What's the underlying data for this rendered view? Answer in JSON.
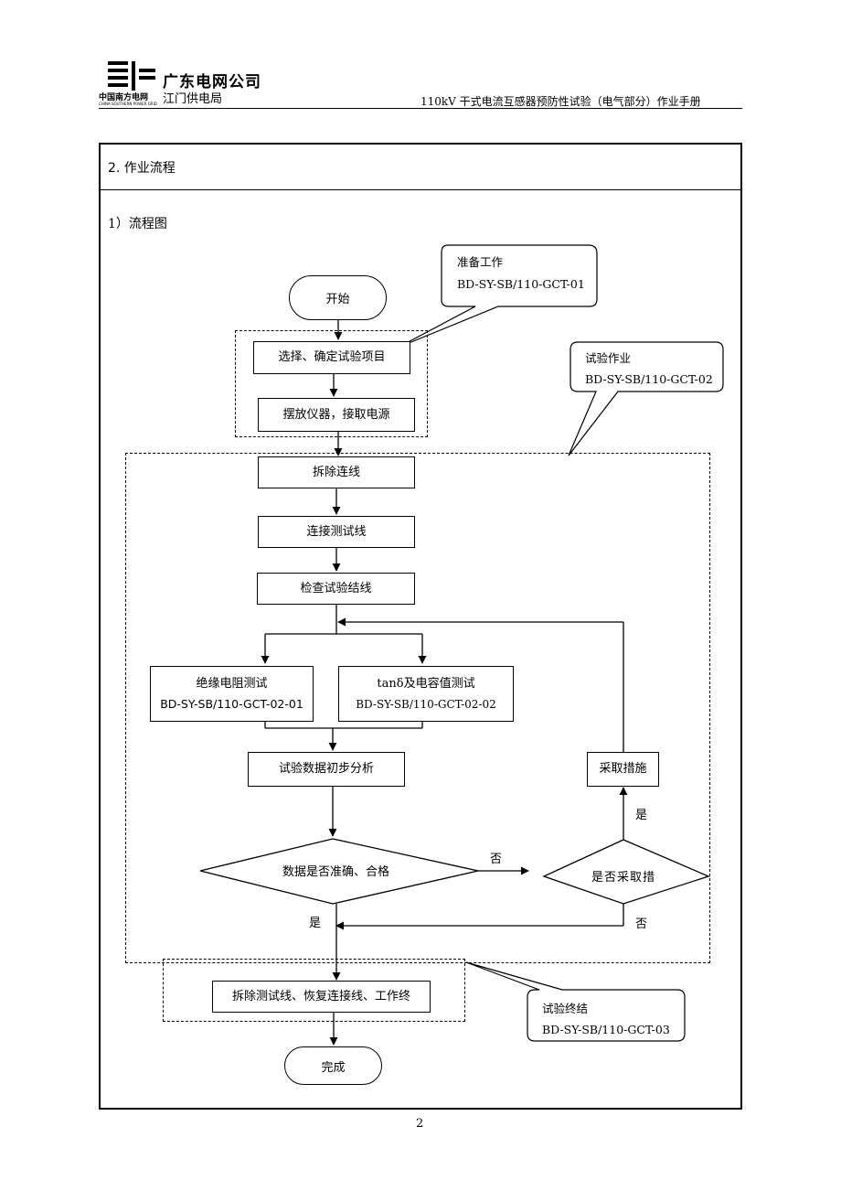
{
  "header": {
    "company_cn": "广东电网公司",
    "company_sub": "江门供电局",
    "logo_text_cn": "中国南方电网",
    "logo_text_en": "CHINA SOUTHERN POWER GRID",
    "document_title": "110kV 干式电流互感器预防性试验（电气部分）作业手册"
  },
  "section": {
    "title": "2.  作业流程",
    "subtitle": "1）流程图"
  },
  "flow": {
    "start": "开始",
    "select_items": "选择、确定试验项目",
    "place_instruments": "摆放仪器，接取电源",
    "remove_wiring": "拆除连线",
    "connect_test_lines": "连接测试线",
    "check_wiring": "检查试验结线",
    "insulation_test": "绝缘电阻测试",
    "insulation_code": "BD-SY-SB/110-GCT-02-01",
    "tan_test": "tanδ及电容值测试",
    "tan_code": "BD-SY-SB/110-GCT-02-02",
    "analysis": "试验数据初步分析",
    "decision_data": "数据是否准确、合格",
    "decision_measure": "是否采取措",
    "take_measures": "采取措施",
    "restore": "拆除测试线、恢复连接线、工作终",
    "finish": "完成",
    "label_no_1": "否",
    "label_yes_1": "是",
    "label_yes_2": "是",
    "label_no_2": "否"
  },
  "callouts": {
    "prepare_title": "准备工作",
    "prepare_code": "BD-SY-SB/110-GCT-01",
    "work_title": "试验作业",
    "work_code": "BD-SY-SB/110-GCT-02",
    "end_title": "试验终结",
    "end_code": "BD-SY-SB/110-GCT-03"
  },
  "footer": {
    "page_number": "2"
  }
}
